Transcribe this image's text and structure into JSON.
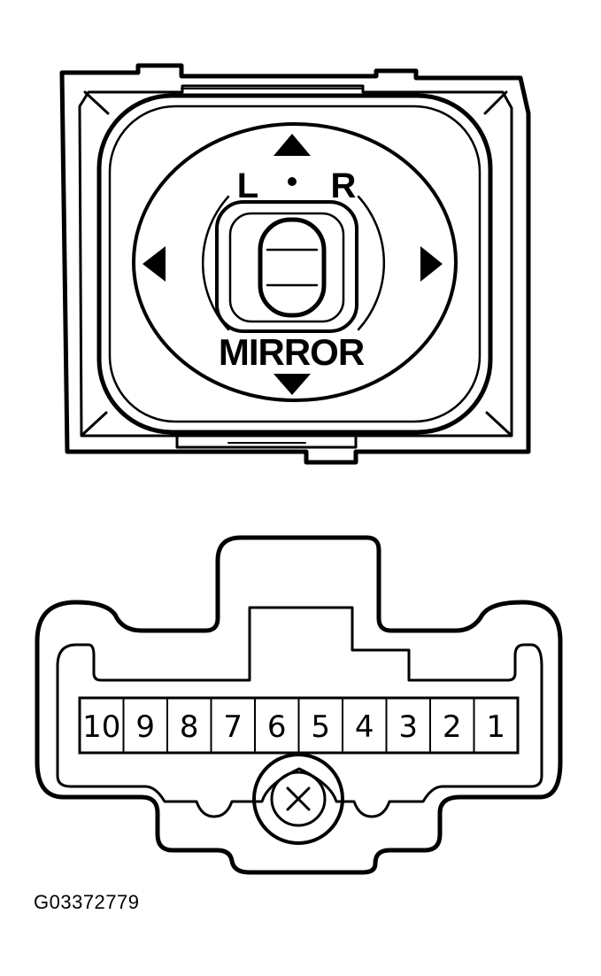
{
  "switch": {
    "selector_left": "L",
    "selector_right": "R",
    "knob_label": "MIRROR",
    "arrow_up_icon": "triangle-up-icon",
    "arrow_down_icon": "triangle-down-icon",
    "arrow_left_icon": "triangle-left-icon",
    "arrow_right_icon": "triangle-right-icon"
  },
  "connector": {
    "pins": [
      "10",
      "9",
      "8",
      "7",
      "6",
      "5",
      "4",
      "3",
      "2",
      "1"
    ],
    "mount_icon": "x-circle-icon"
  },
  "figure_id": "G03372779",
  "colors": {
    "line": "#000000",
    "background": "#ffffff"
  }
}
